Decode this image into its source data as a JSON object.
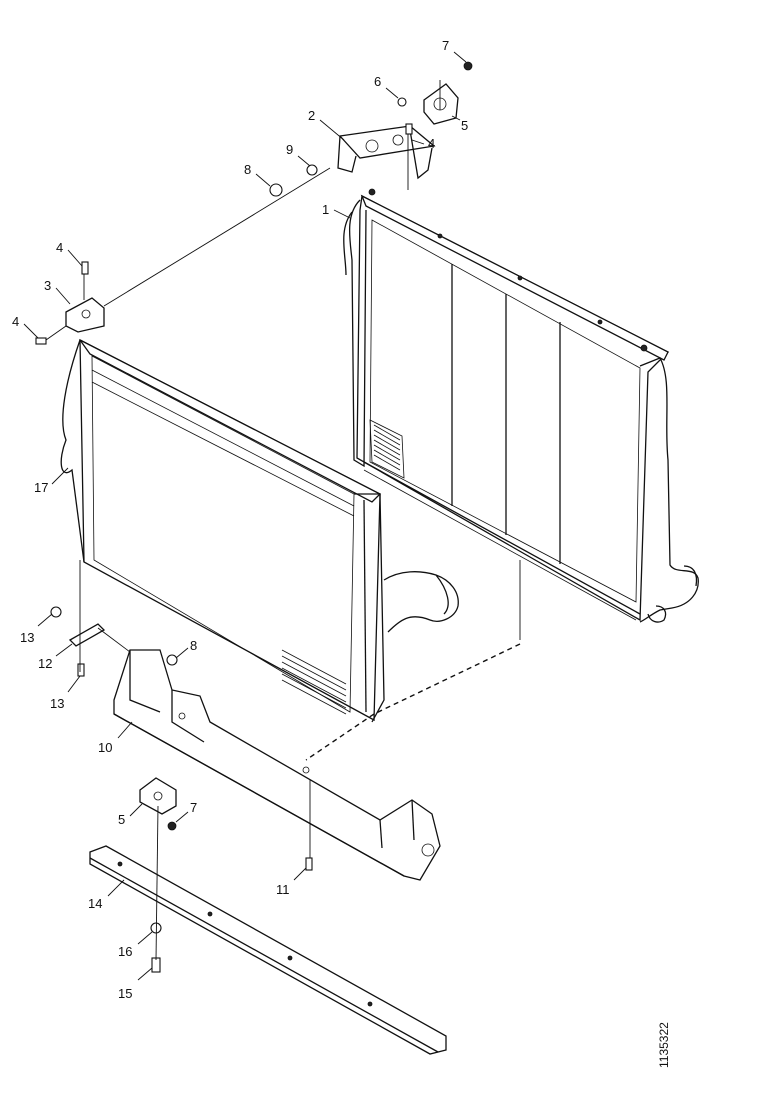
{
  "figure_id": "1135322",
  "callouts": [
    {
      "id": "c7a",
      "label": "7"
    },
    {
      "id": "c6",
      "label": "6"
    },
    {
      "id": "c5a",
      "label": "5"
    },
    {
      "id": "c2",
      "label": "2"
    },
    {
      "id": "c4a",
      "label": "4"
    },
    {
      "id": "c9",
      "label": "9"
    },
    {
      "id": "c8a",
      "label": "8"
    },
    {
      "id": "c1",
      "label": "1"
    },
    {
      "id": "c4b",
      "label": "4"
    },
    {
      "id": "c3",
      "label": "3"
    },
    {
      "id": "c4c",
      "label": "4"
    },
    {
      "id": "c17",
      "label": "17"
    },
    {
      "id": "c13a",
      "label": "13"
    },
    {
      "id": "c12",
      "label": "12"
    },
    {
      "id": "c13b",
      "label": "13"
    },
    {
      "id": "c8b",
      "label": "8"
    },
    {
      "id": "c10",
      "label": "10"
    },
    {
      "id": "c5b",
      "label": "5"
    },
    {
      "id": "c7b",
      "label": "7"
    },
    {
      "id": "c11",
      "label": "11"
    },
    {
      "id": "c14",
      "label": "14"
    },
    {
      "id": "c16",
      "label": "16"
    },
    {
      "id": "c15",
      "label": "15"
    }
  ]
}
